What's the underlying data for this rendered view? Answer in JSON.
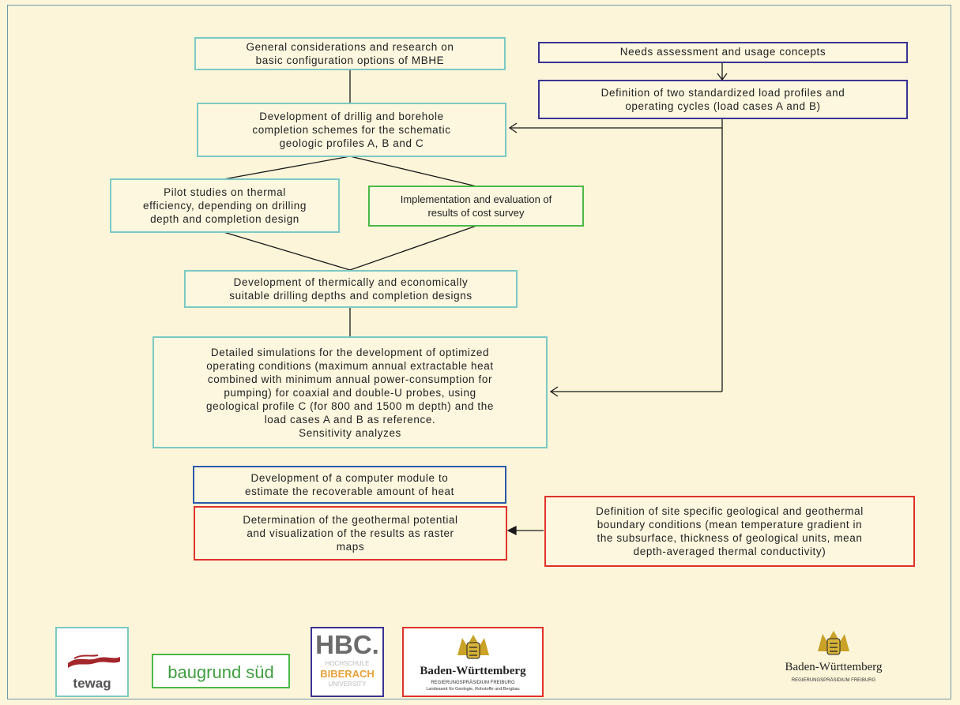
{
  "boxes": {
    "general": "General considerations and research on\nbasic configuration options of MBHE",
    "needs": "Needs assessment and usage concepts",
    "load_profiles": "Definition of two standardized load profiles and\noperating cycles (load cases A and B)",
    "drilling": "Development of drillig and borehole\ncompletion schemes for the schematic\ngeologic profiles  A, B and C",
    "pilot": "Pilot studies on thermal\nefficiency,  depending on drilling\ndepth and completion design",
    "cost_survey": "Implementation and evaluation of\nresults of cost survey",
    "depths": "Development of thermically and economically\nsuitable drilling depths and completion designs",
    "simulations": "Detailed simulations for the development of optimized\noperating conditions (maximum annual extractable  heat\ncombined with minimum annual power-consumption for\npumping) for coaxial and double-U probes, using\ngeological profile C (for 800 and 1500 m depth) and the\nload cases A and B as reference.\nSensitivity analyzes",
    "module": "Development of a computer module to\nestimate the recoverable amount of heat",
    "potential": "Determination of the geothermal potential\nand visualization of the results as raster\nmaps",
    "site": "Definition of site specific geological and geothermal\nboundary conditions (mean temperature gradient in\nthe subsurface, thickness of geological units, mean\ndepth-averaged thermal conductivity)"
  },
  "logos": {
    "tewag": "tewag",
    "baugrund": "baugrund süd",
    "hbc": "HBC.",
    "hbc_line1": "HOCHSCHULE",
    "hbc_line2": "BIBERACH",
    "hbc_line3": "UNIVERSITY",
    "bw1_name": "Baden-Württemberg",
    "bw1_sub1": "REGIERUNGSPRÄSIDIUM FREIBURG",
    "bw1_sub2": "Landesamt für Geologie, Rohstoffe und Bergbau",
    "bw2_name": "Baden-Württemberg",
    "bw2_sub": "REGIERUNGSPRÄSIDIUM FREIBURG"
  },
  "colors": {
    "teal": "#7cc9c4",
    "purple": "#3a3392",
    "green": "#4cb848",
    "blue": "#2d5aa8",
    "red": "#e0322a",
    "tewag_red": "#a3262a",
    "gold": "#c9a227"
  }
}
